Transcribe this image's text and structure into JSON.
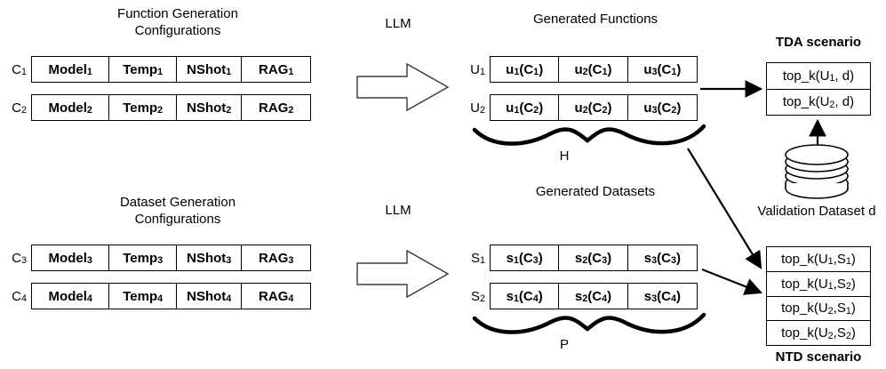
{
  "figure": {
    "sections": {
      "function_config": {
        "title": "Function Generation\nConfigurations",
        "columns": [
          "Model",
          "Temp",
          "NShot",
          "RAG"
        ],
        "rows": [
          {
            "label": "C",
            "label_sub": "1",
            "sub": "1"
          },
          {
            "label": "C",
            "label_sub": "2",
            "sub": "2"
          }
        ]
      },
      "dataset_config": {
        "title": "Dataset Generation\nConfigurations",
        "columns": [
          "Model",
          "Temp",
          "NShot",
          "RAG"
        ],
        "rows": [
          {
            "label": "C",
            "label_sub": "3",
            "sub": "3"
          },
          {
            "label": "C",
            "label_sub": "4",
            "sub": "4"
          }
        ]
      },
      "generated_functions": {
        "title": "Generated Functions",
        "brace_label": "H",
        "rows": [
          {
            "label": "U",
            "label_sub": "1",
            "cells": [
              {
                "fn": "u",
                "fn_sub": "1",
                "arg": "C",
                "arg_sub": "1"
              },
              {
                "fn": "u",
                "fn_sub": "2",
                "arg": "C",
                "arg_sub": "1"
              },
              {
                "fn": "u",
                "fn_sub": "3",
                "arg": "C",
                "arg_sub": "1"
              }
            ]
          },
          {
            "label": "U",
            "label_sub": "2",
            "cells": [
              {
                "fn": "u",
                "fn_sub": "1",
                "arg": "C",
                "arg_sub": "2"
              },
              {
                "fn": "u",
                "fn_sub": "2",
                "arg": "C",
                "arg_sub": "2"
              },
              {
                "fn": "u",
                "fn_sub": "3",
                "arg": "C",
                "arg_sub": "2"
              }
            ]
          }
        ]
      },
      "generated_datasets": {
        "title": "Generated Datasets",
        "brace_label": "P",
        "rows": [
          {
            "label": "S",
            "label_sub": "1",
            "cells": [
              {
                "fn": "s",
                "fn_sub": "1",
                "arg": "C",
                "arg_sub": "3"
              },
              {
                "fn": "s",
                "fn_sub": "2",
                "arg": "C",
                "arg_sub": "3"
              },
              {
                "fn": "s",
                "fn_sub": "3",
                "arg": "C",
                "arg_sub": "3"
              }
            ]
          },
          {
            "label": "S",
            "label_sub": "2",
            "cells": [
              {
                "fn": "s",
                "fn_sub": "1",
                "arg": "C",
                "arg_sub": "4"
              },
              {
                "fn": "s",
                "fn_sub": "2",
                "arg": "C",
                "arg_sub": "4"
              },
              {
                "fn": "s",
                "fn_sub": "3",
                "arg": "C",
                "arg_sub": "4"
              }
            ]
          }
        ]
      },
      "tda_scenario": {
        "title": "TDA scenario",
        "rows": [
          {
            "prefix": "top_k(U",
            "sub": "1",
            "suffix": ", d)"
          },
          {
            "prefix": "top_k(U",
            "sub": "2",
            "suffix": ", d)"
          }
        ]
      },
      "ntd_scenario": {
        "title": "NTD scenario",
        "rows": [
          {
            "prefix": "top_k(U",
            "sub1": "1",
            "mid": ",S",
            "sub2": "1",
            "suffix": ")"
          },
          {
            "prefix": "top_k(U",
            "sub1": "1",
            "mid": ",S",
            "sub2": "2",
            "suffix": ")"
          },
          {
            "prefix": "top_k(U",
            "sub1": "2",
            "mid": ",S",
            "sub2": "1",
            "suffix": ")"
          },
          {
            "prefix": "top_k(U",
            "sub1": "2",
            "mid": ",S",
            "sub2": "2",
            "suffix": ")"
          }
        ]
      },
      "validation_dataset": {
        "label": "Validation Dataset d"
      }
    },
    "llm_top": {
      "label": "LLM"
    },
    "llm_bottom": {
      "label": "LLM"
    },
    "colors": {
      "stroke": "#000000",
      "background": "#ffffff",
      "table_border": "#000000"
    }
  }
}
